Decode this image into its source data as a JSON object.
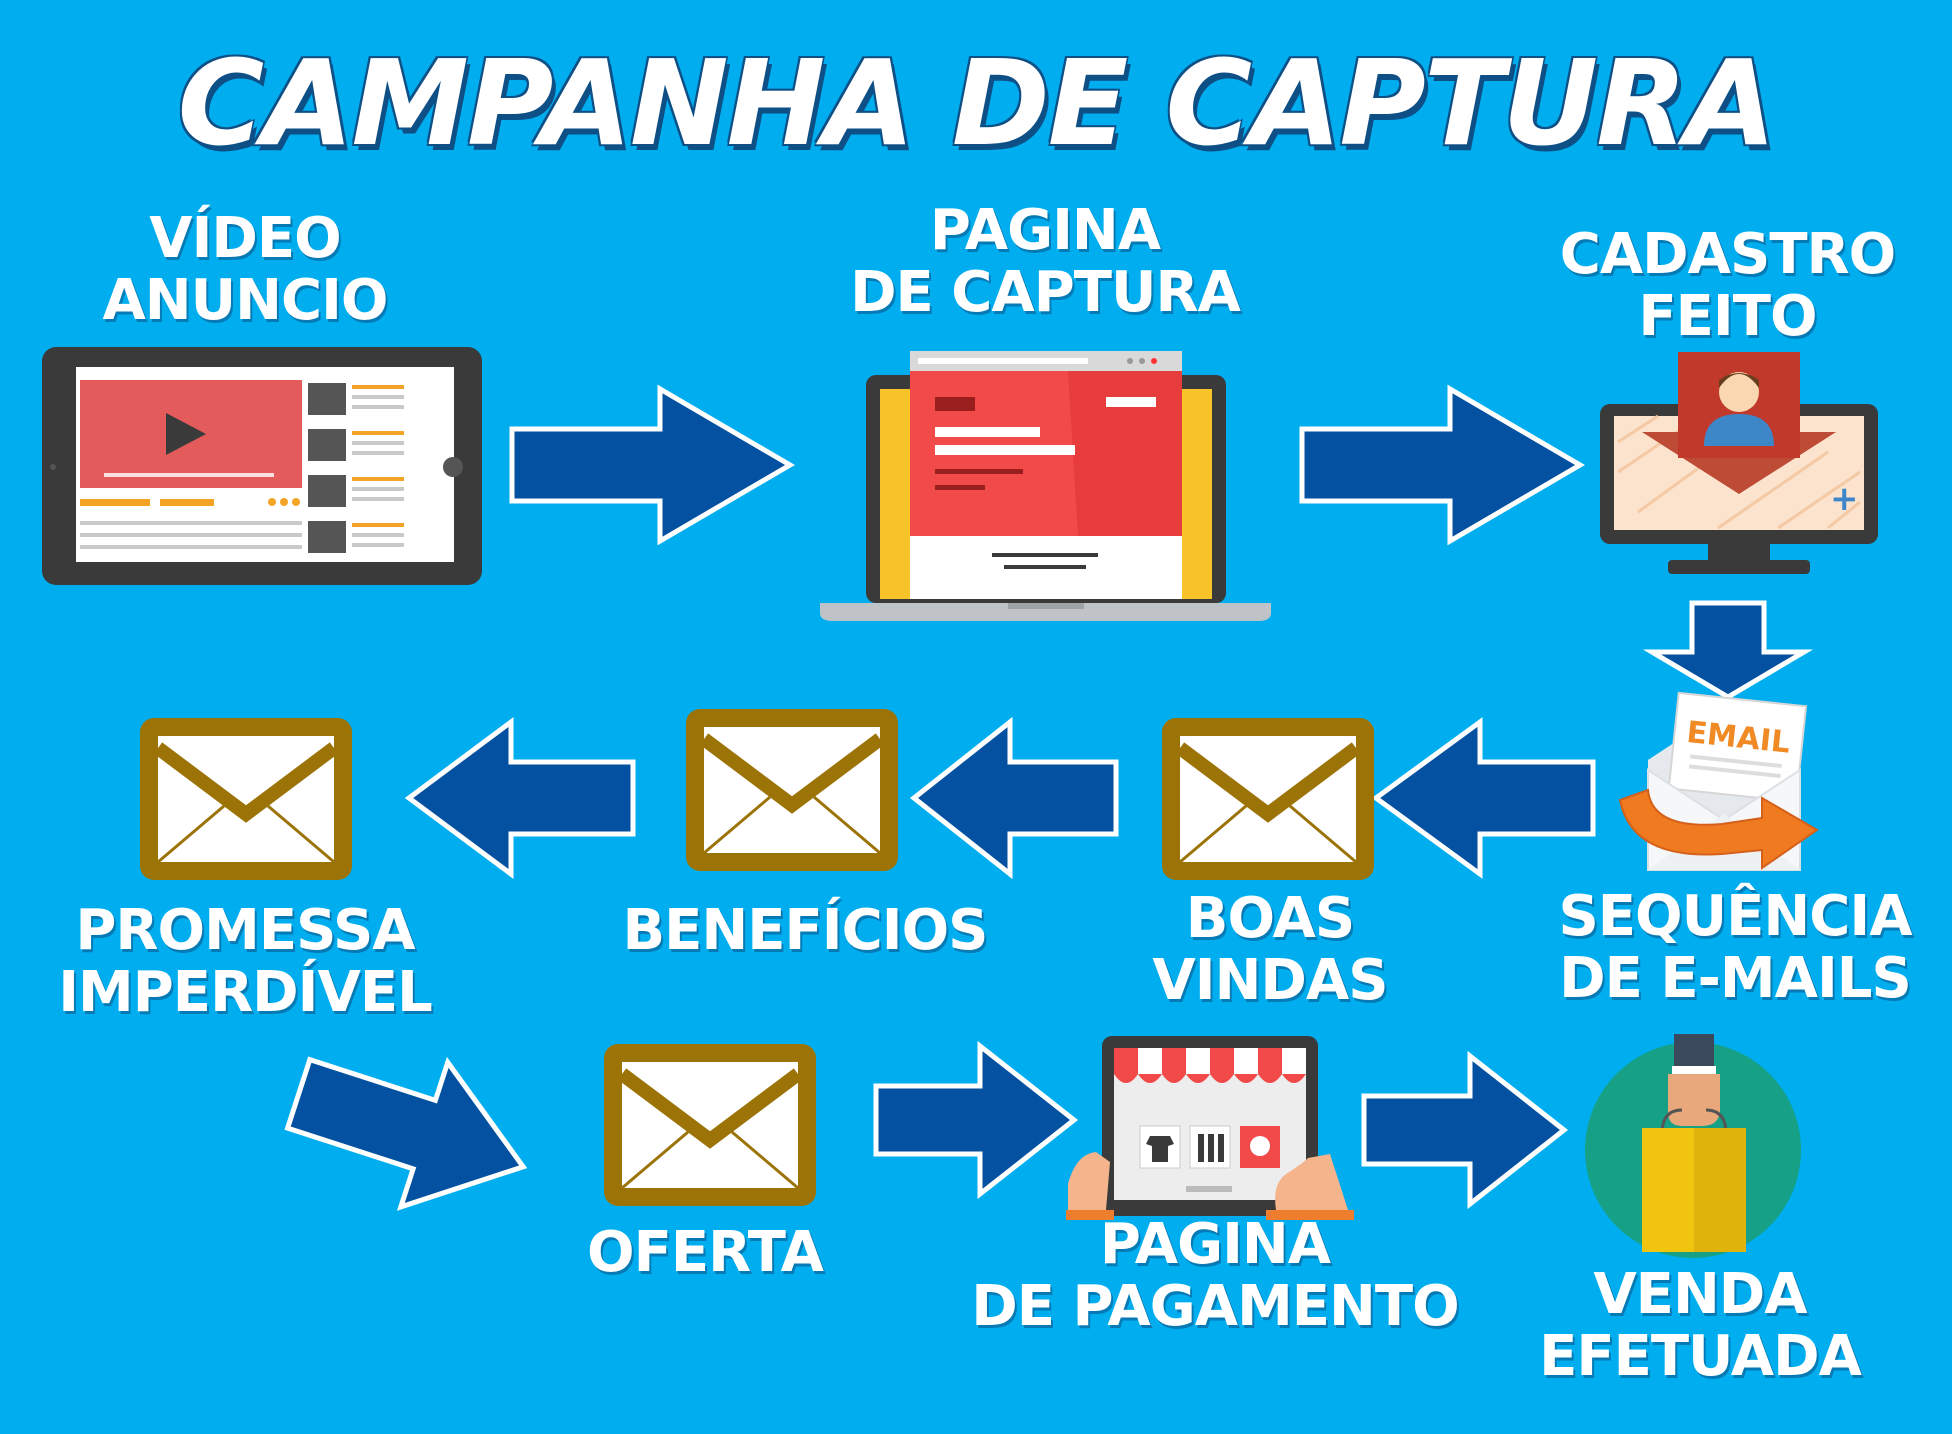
{
  "title": "CAMPANHA DE CAPTURA",
  "steps": {
    "video_anuncio": [
      "VÍDEO",
      "ANUNCIO"
    ],
    "pagina_captura": [
      "PAGINA",
      "DE CAPTURA"
    ],
    "cadastro_feito": [
      "CADASTRO",
      "FEITO"
    ],
    "sequencia_emails": [
      "SEQUÊNCIA",
      "DE E-MAILS"
    ],
    "boas_vindas": [
      "BOAS",
      "VINDAS"
    ],
    "beneficios": [
      "BENEFÍCIOS"
    ],
    "promessa": [
      "PROMESSA",
      "IMPERDÍVEL"
    ],
    "oferta": [
      "OFERTA"
    ],
    "pagina_pagamento": [
      "PAGINA",
      "DE PAGAMENTO"
    ],
    "venda_efetuada": [
      "VENDA",
      "EFETUADA"
    ]
  },
  "email_badge": "EMAIL",
  "colors": {
    "background": "#00AEEF",
    "arrow_fill": "#0451A1",
    "arrow_stroke": "#FFFFFF",
    "envelope_frame": "#9B7306",
    "envelope_paper": "#FFFFFF",
    "title_shadow": "#0E4F86"
  },
  "icons": {
    "video_anuncio": "tablet-video-icon",
    "pagina_captura": "laptop-landing-page-icon",
    "cadastro_feito": "monitor-user-signup-icon",
    "sequencia_emails": "email-sequence-icon",
    "email_step": "envelope-icon",
    "pagina_pagamento": "shop-tablet-payment-icon",
    "venda_efetuada": "shopping-bag-hand-icon"
  }
}
